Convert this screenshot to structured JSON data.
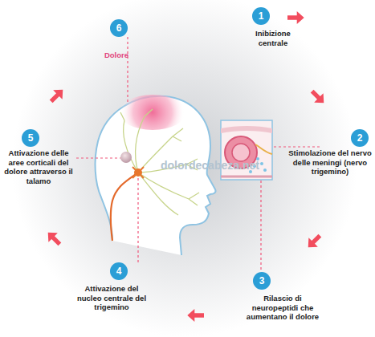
{
  "diagram": {
    "nodes": [
      {
        "text": [
          "1",
          "Inibizione centrale"
        ]
      },
      {
        "text": [
          "2",
          "Stimolazione del nervo delle meningi (nervo trigemino)"
        ]
      },
      {
        "text": [
          "3",
          "Rilascio di neuropeptidi che aumentano il dolore"
        ]
      },
      {
        "text": [
          "4",
          "Attivazione del nucleo centrale del trigemino"
        ]
      },
      {
        "text": [
          "5",
          "Attivazione delle aree corticali del dolore attraverso il talamo"
        ]
      },
      {
        "text": [
          "6",
          "Dolore"
        ]
      }
    ],
    "labels": [
      "dolordecabeza.net"
    ]
  }
}
